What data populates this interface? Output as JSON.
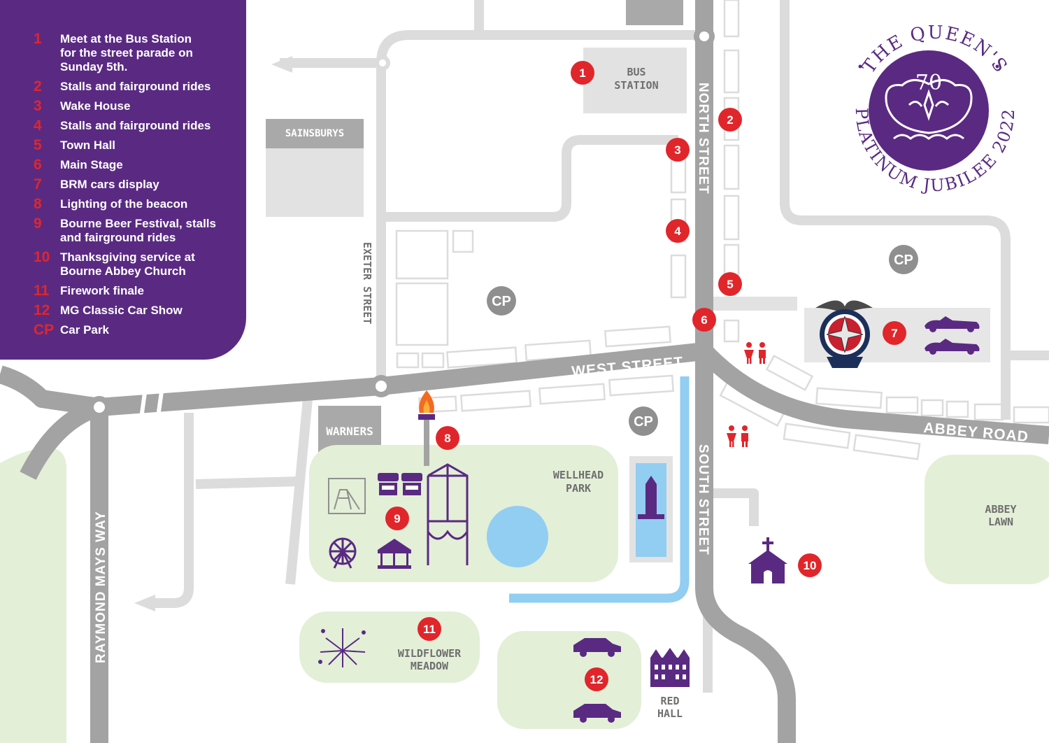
{
  "legend": {
    "items": [
      {
        "num": "1",
        "text": "Meet at the Bus Station for the street parade on Sunday 5th."
      },
      {
        "num": "2",
        "text": "Stalls and fairground rides"
      },
      {
        "num": "3",
        "text": "Wake House"
      },
      {
        "num": "4",
        "text": "Stalls and fairground rides"
      },
      {
        "num": "5",
        "text": "Town Hall"
      },
      {
        "num": "6",
        "text": "Main Stage"
      },
      {
        "num": "7",
        "text": "BRM cars display"
      },
      {
        "num": "8",
        "text": "Lighting of the beacon"
      },
      {
        "num": "9",
        "text": "Bourne Beer Festival, stalls and fairground rides"
      },
      {
        "num": "10",
        "text": "Thanksgiving service at Bourne Abbey Church"
      },
      {
        "num": "11",
        "text": "Firework finale"
      },
      {
        "num": "12",
        "text": "MG Classic Car Show"
      },
      {
        "num": "CP",
        "text": "Car Park"
      }
    ]
  },
  "roads": {
    "north_street": "NORTH STREET",
    "south_street": "SOUTH STREET",
    "west_street": "WEST STREET",
    "abbey_road": "ABBEY ROAD",
    "exeter_street": "EXETER STREET",
    "raymond_mays_way": "RAYMOND MAYS WAY"
  },
  "places": {
    "bus_station_1": "BUS",
    "bus_station_2": "STATION",
    "sainsburys": "SAINSBURYS",
    "warners": "WARNERS",
    "wellhead_1": "WELLHEAD",
    "wellhead_2": "PARK",
    "abbey_lawn_1": "ABBEY",
    "abbey_lawn_2": "LAWN",
    "wildflower_1": "WILDFLOWER",
    "wildflower_2": "MEADOW",
    "red_hall_1": "RED",
    "red_hall_2": "HALL"
  },
  "markers": {
    "m1": "1",
    "m2": "2",
    "m3": "3",
    "m4": "4",
    "m5": "5",
    "m6": "6",
    "m7": "7",
    "m8": "8",
    "m9": "9",
    "m10": "10",
    "m11": "11",
    "m12": "12"
  },
  "car_park": "CP",
  "seal": {
    "top_text": "THE QUEEN'S",
    "bottom_text": "PLATINUM JUBILEE 2022",
    "number": "70"
  },
  "colors": {
    "purple": "#5a2a82",
    "red": "#e0262b",
    "road": "#a3a3a3",
    "minor_road": "#dcdcdc",
    "green": "#e3efd7",
    "water": "#92cdf2"
  }
}
